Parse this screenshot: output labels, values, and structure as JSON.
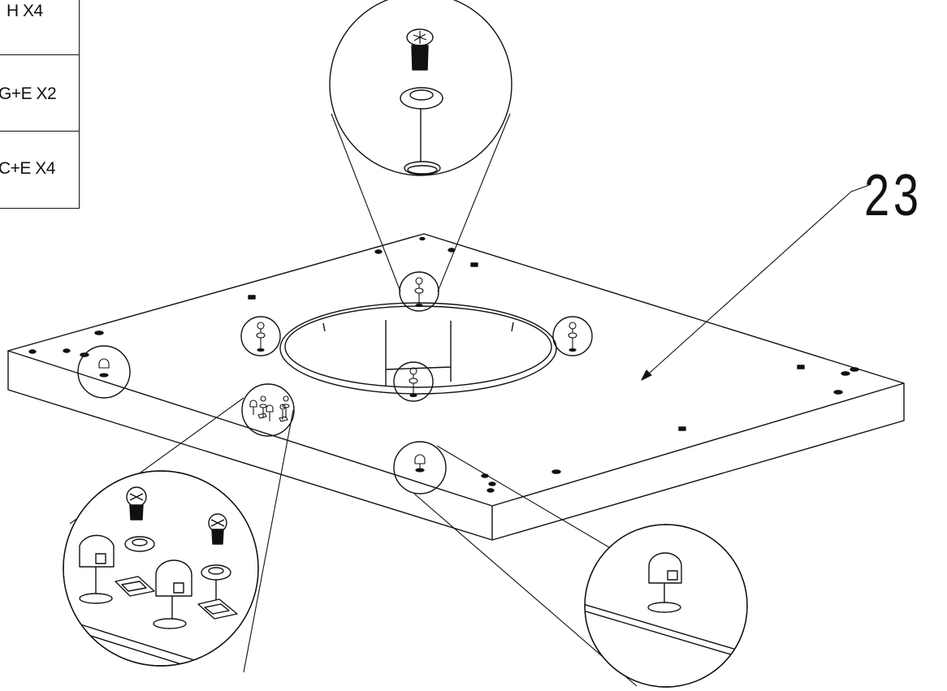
{
  "parts_table": {
    "rows": [
      {
        "label": "H X4"
      },
      {
        "label": "G+E X2"
      },
      {
        "label": "C+E X4"
      }
    ]
  },
  "callout": {
    "number": "23"
  },
  "colors": {
    "line": "#111111",
    "background": "#ffffff"
  }
}
